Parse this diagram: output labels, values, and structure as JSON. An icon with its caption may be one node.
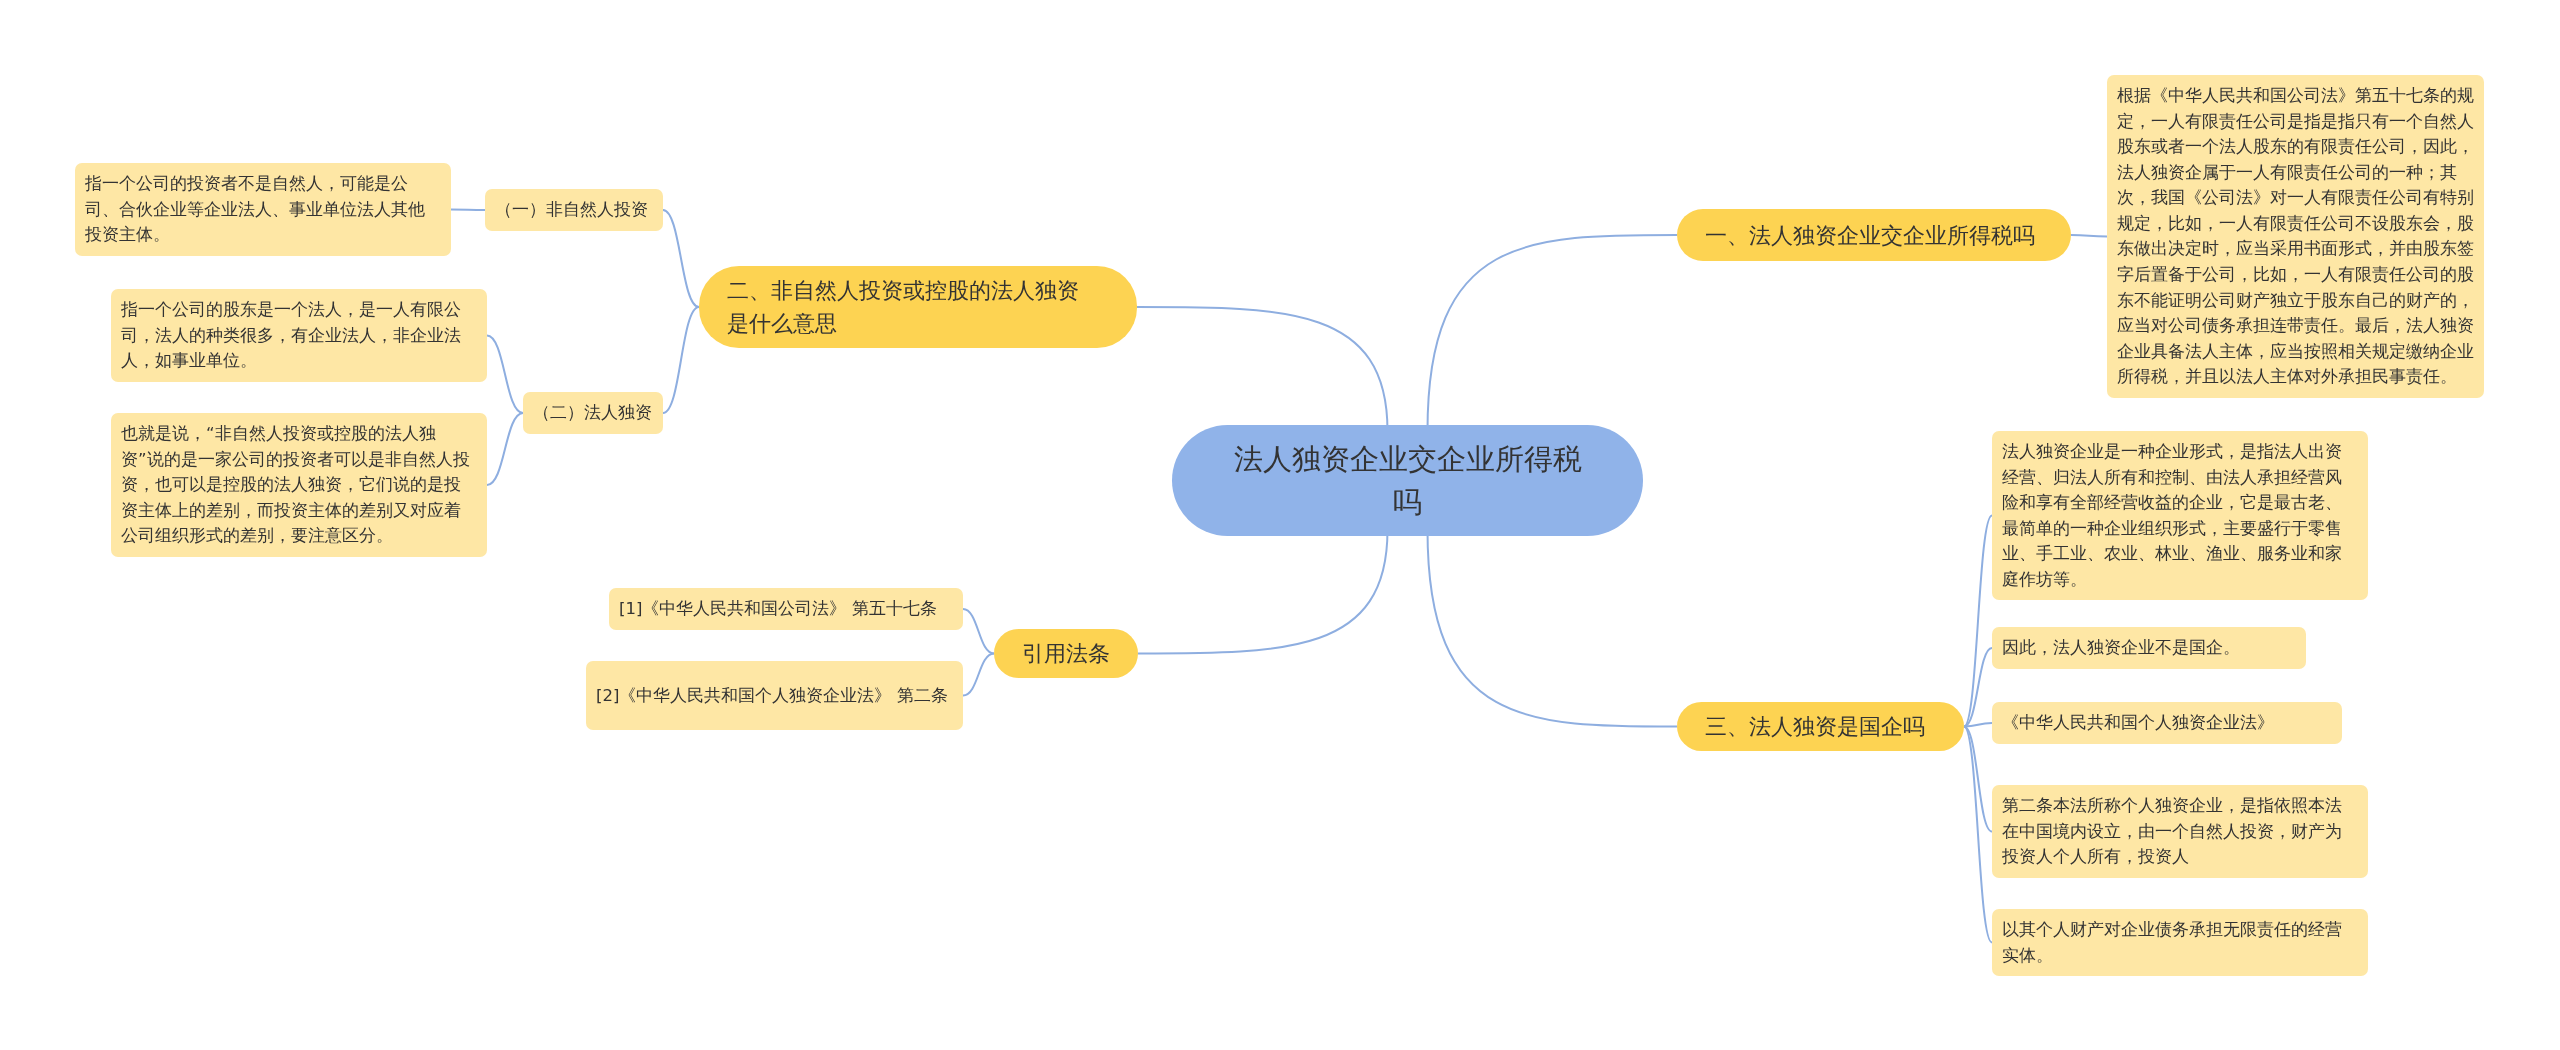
{
  "diagram": {
    "nodes": [
      {
        "text": [
          "法人独资企业交企业所得税吗"
        ]
      },
      {
        "text": [
          "一、法人独资企业交企业所得税吗"
        ]
      },
      {
        "text": [
          "根据《中华人民共和国公司法》第五十七条的规定，一人有限责任公司是指是指只有一个自然人股东或者一个法人股东的有限责任公司，因此，法人独资企属于一人有限责任公司的一种；其次，我国《公司法》对一人有限责任公司有特别规定，比如，一人有限责任公司不设股东会，股东做出决定时，应当采用书面形式，并由股东签字后置备于公司，比如，一人有限责任公司的股东不能证明公司财产独立于股东自己的财产的，应当对公司债务承担连带责任。最后，法人独资企业具备法人主体，应当按照相关规定缴纳企业所得税，并且以法人主体对外承担民事责任。"
        ]
      },
      {
        "text": [
          "二、非自然人投资或控股的法人独资是什么意思"
        ]
      },
      {
        "text": [
          "（一）非自然人投资"
        ]
      },
      {
        "text": [
          "指一个公司的投资者不是自然人，可能是公司、合伙企业等企业法人、事业单位法人其他投资主体。"
        ]
      },
      {
        "text": [
          "（二）法人独资"
        ]
      },
      {
        "text": [
          "指一个公司的股东是一个法人，是一人有限公司，法人的种类很多，有企业法人，非企业法人，如事业单位。"
        ]
      },
      {
        "text": [
          "也就是说，“非自然人投资或控股的法人独资”说的是一家公司的投资者可以是非自然人投资，也可以是控股的法人独资，它们说的是投资主体上的差别，而投资主体的差别又对应着公司组织形式的差别，要注意区分。"
        ]
      },
      {
        "text": [
          "引用法条"
        ]
      },
      {
        "text": [
          "[1]《中华人民共和国公司法》 第五十七条"
        ]
      },
      {
        "text": [
          "[2]《中华人民共和国个人独资企业法》 第二条"
        ]
      },
      {
        "text": [
          "三、法人独资是国企吗"
        ]
      },
      {
        "text": [
          "法人独资企业是一种企业形式，是指法人出资经营、归法人所有和控制、由法人承担经营风险和享有全部经营收益的企业，它是最古老、最简单的一种企业组织形式，主要盛行于零售业、手工业、农业、林业、渔业、服务业和家庭作坊等。"
        ]
      },
      {
        "text": [
          "因此，法人独资企业不是国企。"
        ]
      },
      {
        "text": [
          "《中华人民共和国个人独资企业法》"
        ]
      },
      {
        "text": [
          "第二条本法所称个人独资企业，是指依照本法在中国境内设立，由一个自然人投资，财产为投资人个人所有，投资人"
        ]
      },
      {
        "text": [
          "以其个人财产对企业债务承担无限责任的经营实体。"
        ]
      }
    ],
    "edges": [
      {
        "from": 0,
        "to": 1,
        "arrow": "none"
      },
      {
        "from": 1,
        "to": 2,
        "arrow": "none"
      },
      {
        "from": 0,
        "to": 3,
        "arrow": "none"
      },
      {
        "from": 3,
        "to": 4,
        "arrow": "none"
      },
      {
        "from": 4,
        "to": 5,
        "arrow": "none"
      },
      {
        "from": 3,
        "to": 6,
        "arrow": "none"
      },
      {
        "from": 6,
        "to": 7,
        "arrow": "none"
      },
      {
        "from": 6,
        "to": 8,
        "arrow": "none"
      },
      {
        "from": 0,
        "to": 9,
        "arrow": "none"
      },
      {
        "from": 9,
        "to": 10,
        "arrow": "none"
      },
      {
        "from": 9,
        "to": 11,
        "arrow": "none"
      },
      {
        "from": 0,
        "to": 12,
        "arrow": "none"
      },
      {
        "from": 12,
        "to": 13,
        "arrow": "none"
      },
      {
        "from": 12,
        "to": 14,
        "arrow": "none"
      },
      {
        "from": 12,
        "to": 15,
        "arrow": "none"
      },
      {
        "from": 12,
        "to": 16,
        "arrow": "none"
      },
      {
        "from": 12,
        "to": 17,
        "arrow": "none"
      }
    ]
  }
}
